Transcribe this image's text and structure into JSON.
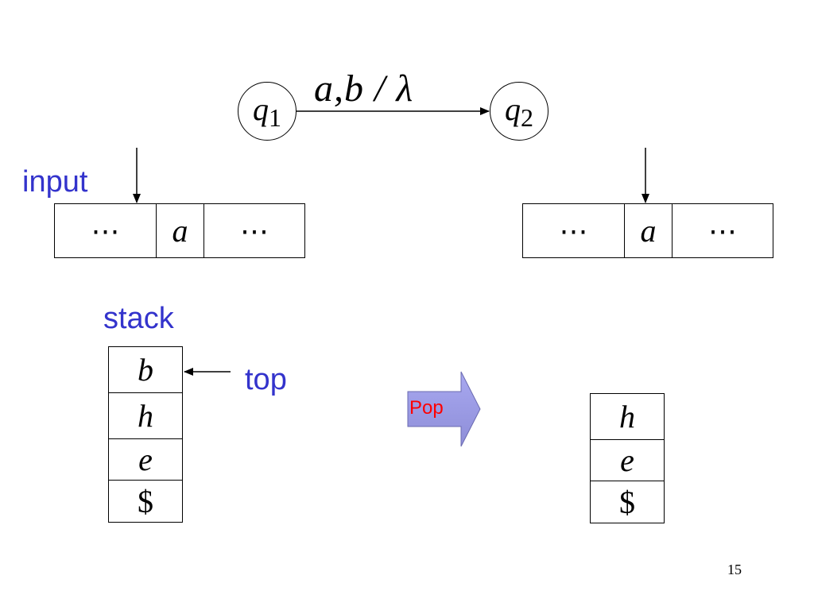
{
  "transition": {
    "from_state": {
      "name": "q",
      "sub": "1"
    },
    "to_state": {
      "name": "q",
      "sub": "2"
    },
    "label": "a,b / λ"
  },
  "labels": {
    "input": "input",
    "stack": "stack",
    "top": "top",
    "pop": "Pop"
  },
  "left_tape": [
    "⋯",
    "a",
    "⋯"
  ],
  "right_tape": [
    "⋯",
    "a",
    "⋯"
  ],
  "left_stack": [
    "b",
    "h",
    "e",
    "$"
  ],
  "right_stack": [
    "h",
    "e",
    "$"
  ],
  "page_number": "15",
  "colors": {
    "label_blue": "#3333cc",
    "pop_fill_top": "#a8a8f0",
    "pop_text": "#ff0000"
  }
}
